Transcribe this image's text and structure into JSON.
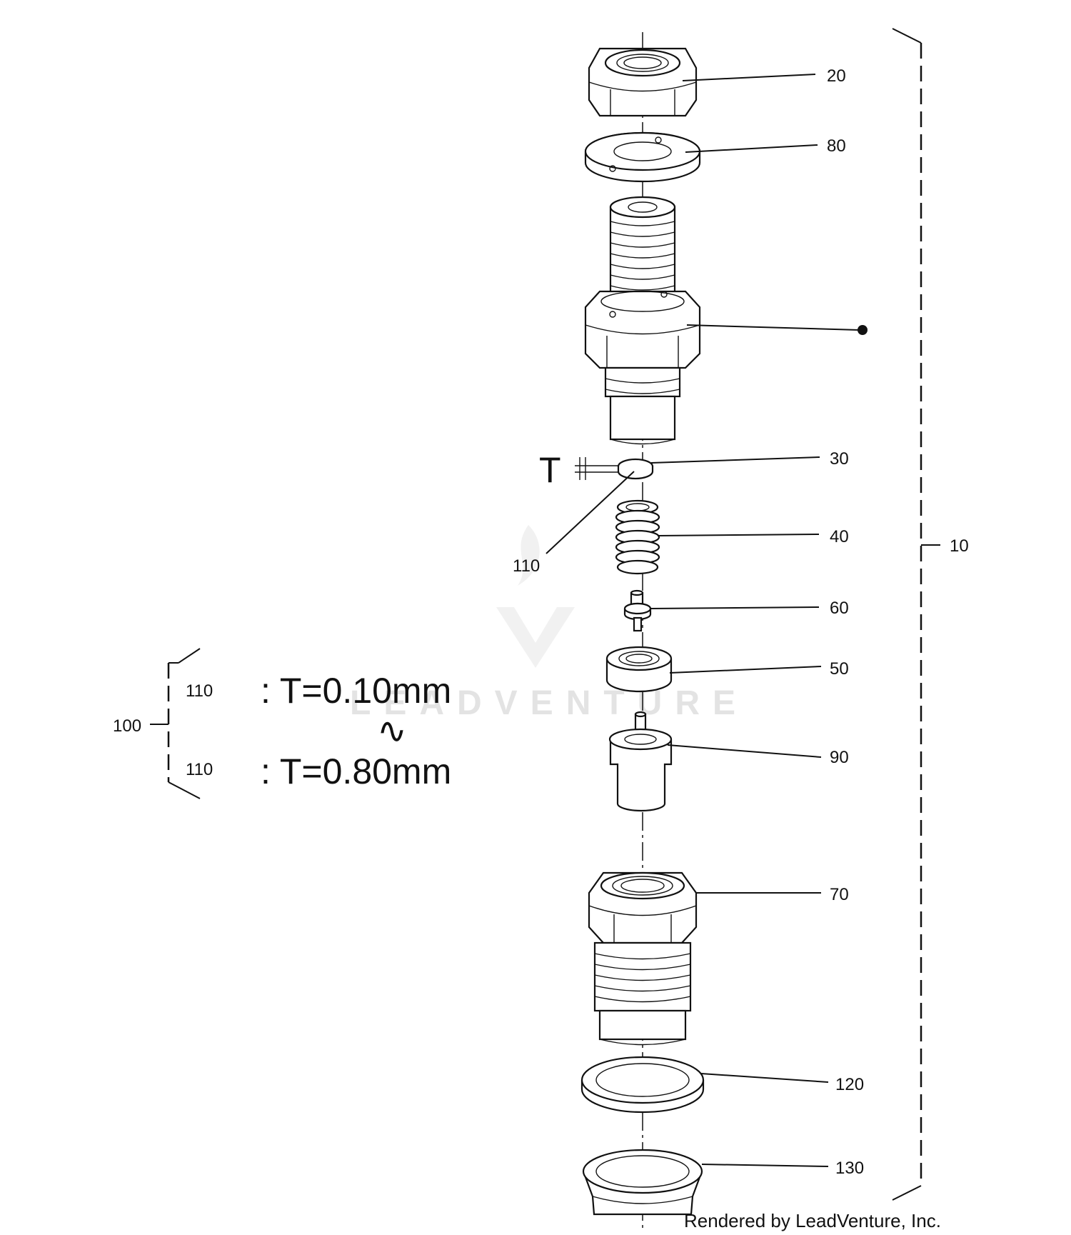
{
  "callouts": {
    "c20": "20",
    "c80": "80",
    "c30": "30",
    "c40": "40",
    "c60": "60",
    "c50": "50",
    "c90": "90",
    "c70": "70",
    "c120": "120",
    "c130": "130",
    "c10": "10",
    "c110": "110",
    "c100": "100"
  },
  "dimension_symbol": "T",
  "shim_table": {
    "row1_part": "110",
    "row1_value": ": T=0.10mm",
    "range_symbol": "∿",
    "row2_part": "110",
    "row2_value": ": T=0.80mm"
  },
  "watermark": "LEADVENTURE",
  "footer": "Rendered by LeadVenture, Inc."
}
